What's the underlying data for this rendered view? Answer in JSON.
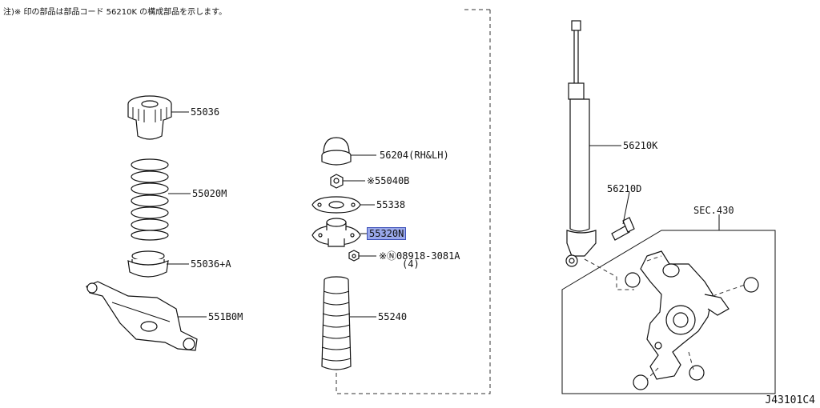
{
  "header_note": "注)※ 印の部品は部品コード 56210K の構成部品を示します。",
  "diagram_code": "J43101C4",
  "sec_ref": "SEC.430",
  "colors": {
    "highlight": "#9aa8ea",
    "highlight_border": "#3b4fb8",
    "line": "#111111"
  },
  "parts": [
    {
      "id": "spring-seat-upper",
      "label": "55036"
    },
    {
      "id": "coil-spring",
      "label": "55020M"
    },
    {
      "id": "spring-seat-lower",
      "label": "55036+A"
    },
    {
      "id": "lower-arm",
      "label": "551B0M"
    },
    {
      "id": "dust-cap",
      "label": "56204(RH&LH)"
    },
    {
      "id": "self-lock-nut",
      "label": "※55040B"
    },
    {
      "id": "mount-gasket",
      "label": "55338"
    },
    {
      "id": "strut-mount",
      "label": "55320N",
      "highlighted": true
    },
    {
      "id": "nut",
      "label": "※Ⓝ08918-3081A"
    },
    {
      "id": "nut-qty",
      "label": "(4)"
    },
    {
      "id": "bound-bumper",
      "label": "55240"
    },
    {
      "id": "shock-absorber",
      "label": "56210K"
    },
    {
      "id": "bolt",
      "label": "56210D"
    }
  ]
}
